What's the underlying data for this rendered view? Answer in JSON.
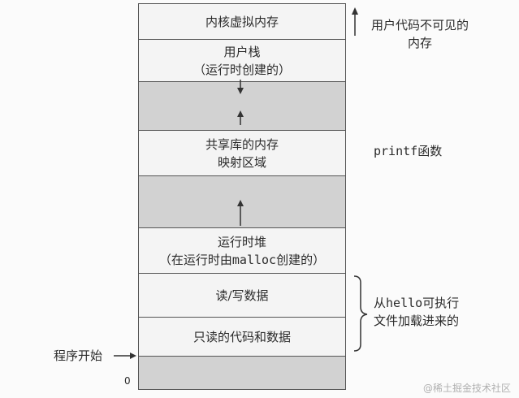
{
  "segments": {
    "kernel": "内核虚拟内存",
    "user_stack": {
      "line1": "用户栈",
      "line2": "（运行时创建的）"
    },
    "shared_libs": {
      "line1": "共享库的内存",
      "line2": "映射区域"
    },
    "heap": {
      "line1": "运行时堆",
      "line2_pre": "（在运行时由",
      "line2_code": "malloc",
      "line2_post": "创建的）"
    },
    "rw_data": "读/写数据",
    "ro_code": "只读的代码和数据"
  },
  "annotations": {
    "invisible_line1": "用户代码不可见的",
    "invisible_line2": "内存",
    "printf_code": "printf",
    "printf_suffix": "函数",
    "loaded_pre": "从",
    "loaded_code": "hello",
    "loaded_post": "可执行",
    "loaded_line2": "文件加载进来的",
    "program_start": "程序开始",
    "zero": "0"
  },
  "watermark": "@稀土掘金技术社区"
}
